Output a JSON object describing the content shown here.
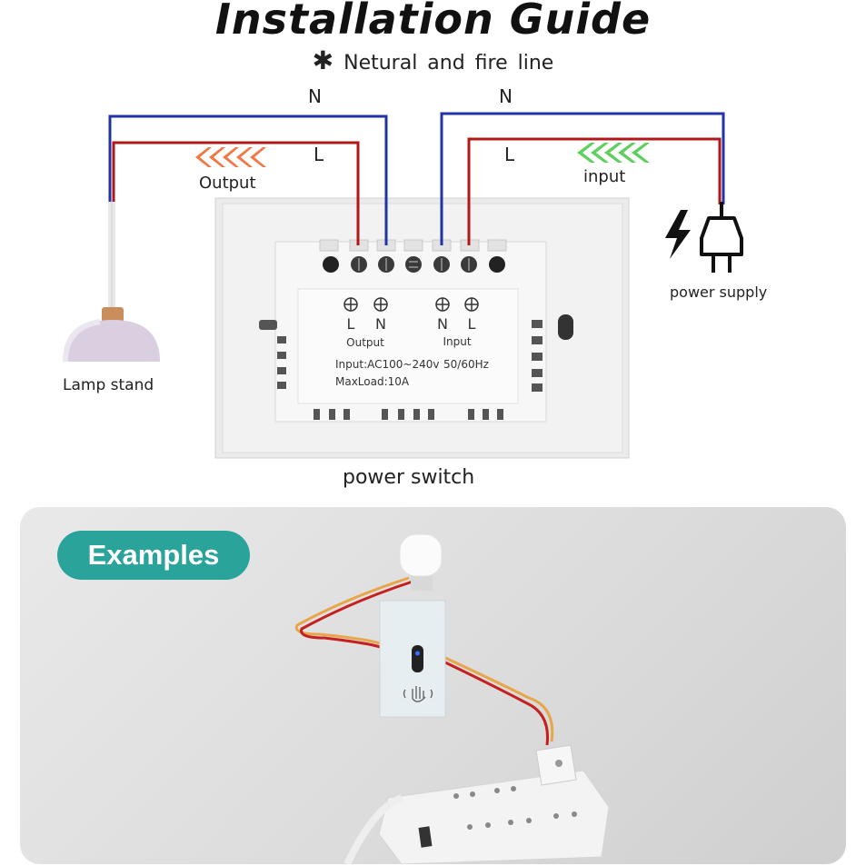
{
  "title": "Installation Guide",
  "subtitle": "Netural  and  fire  line",
  "subtitle_symbol": "✱",
  "wires": {
    "output_n": "N",
    "output_l": "L",
    "input_n": "N",
    "input_l": "L"
  },
  "labels": {
    "output": "Output",
    "input": "input",
    "lamp": "Lamp stand",
    "power_supply": "power supply",
    "power_switch": "power switch"
  },
  "plate": {
    "term_l": "L",
    "term_n": "N",
    "term_n2": "N",
    "term_l2": "L",
    "output": "Output",
    "input": "Input",
    "spec1": "Input:AC100~240v",
    "spec1b": "50/60Hz",
    "spec2": "MaxLoad:10A"
  },
  "examples": {
    "badge": "Examples"
  },
  "colors": {
    "neutral_wire": "#2233aa",
    "live_wire": "#b01818",
    "output_arrows": "#f07a45",
    "input_arrows": "#5fd05f",
    "badge": "#2aa39a"
  },
  "icons": [
    "lightning-icon",
    "plug-icon",
    "lamp-icon",
    "hand-wave-icon"
  ]
}
